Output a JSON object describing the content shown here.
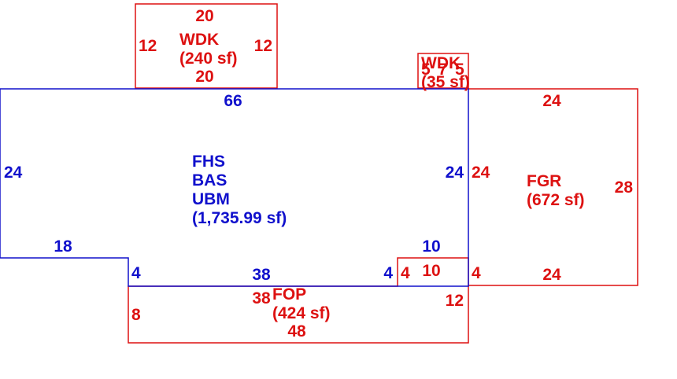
{
  "colors": {
    "main": "#1010cc",
    "addition": "#dd1111"
  },
  "areas": {
    "main": {
      "codes": [
        "FHS",
        "BAS",
        "UBM"
      ],
      "area": "(1,735.99 sf)"
    },
    "wdk_top": {
      "code": "WDK",
      "area": "(240 sf)"
    },
    "wdk_small": {
      "code": "WDK",
      "area": "(35 sf)",
      "dims": "5 7 5"
    },
    "fgr": {
      "code": "FGR",
      "area": "(672 sf)"
    },
    "fop": {
      "code": "FOP",
      "area": "(424 sf)"
    }
  },
  "dimensions": {
    "main": {
      "top": "66",
      "left": "24",
      "right": "24",
      "bottom_left": "18",
      "step_left": "4",
      "bottom_mid": "38",
      "step_right": "4",
      "notch_top": "10"
    },
    "wdk_top": {
      "top": "20",
      "bottom": "20",
      "left": "12",
      "right": "12"
    },
    "fgr": {
      "top": "24",
      "bottom": "24",
      "left": "24",
      "right": "28",
      "step": "4"
    },
    "fop": {
      "top": "38",
      "bottom": "48",
      "left": "8",
      "right": "12",
      "notch_left": "4",
      "notch_top": "10"
    }
  }
}
